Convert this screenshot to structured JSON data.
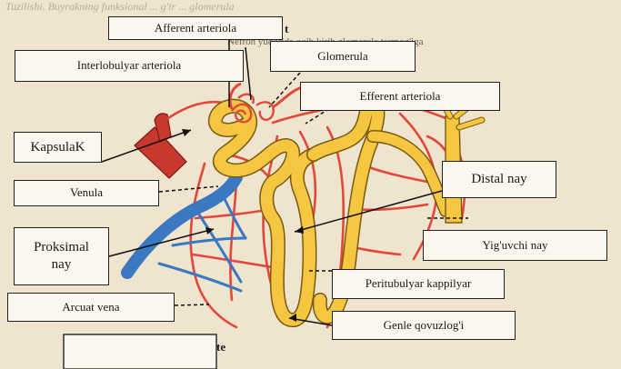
{
  "background_text": {
    "top_line_1": "Tuzilishi. Buyrakning funksional ... g'ir ... glomerula",
    "top_line_2": "Nefron yuqorida oqib kirib glomerula tarmog'iga",
    "fragment_t": "t",
    "fragment_te": "te"
  },
  "labels": {
    "afferent": "Afferent arteriola",
    "interlobulyar": "Interlobulyar arteriola",
    "glomerula": "Glomerula",
    "efferent": "Efferent arteriola",
    "kapsula": "KapsulaK",
    "venula": "Venula",
    "distal": "Distal nay",
    "proksimal_1": "Proksimal",
    "proksimal_2": "nay",
    "yiguvchi": "Yig'uvchi nay",
    "peritubulyar": "Peritubulyar  kappilyar",
    "arcuat": "Arcuat vena",
    "genle": "Genle qovuzlog'i"
  },
  "colors": {
    "tubule": "#f5c640",
    "tubule_outline": "#7a5a12",
    "artery": "#e4473a",
    "vein": "#3a79c2",
    "capillary_red": "#e4473a",
    "capillary_blue": "#3a79c2"
  }
}
